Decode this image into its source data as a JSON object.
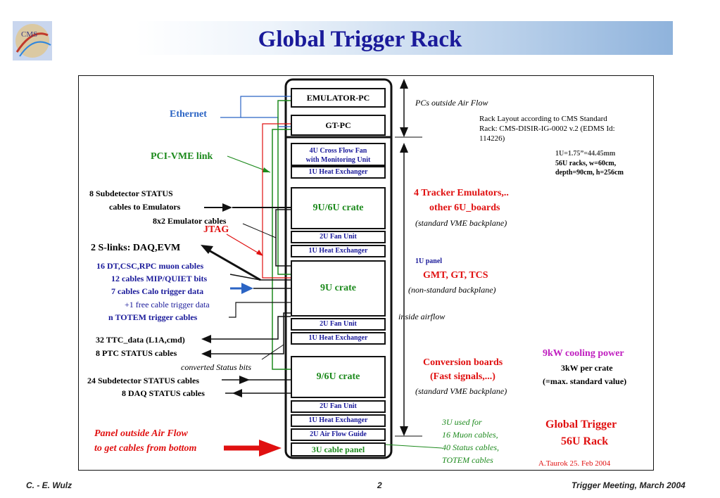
{
  "header": {
    "title": "Global Trigger Rack"
  },
  "footer": {
    "author": "C. - E. Wulz",
    "page": "2",
    "event": "Trigger Meeting, March 2004"
  },
  "rack": {
    "boxes": {
      "emulator_pc": "EMULATOR-PC",
      "gt_pc": "GT-PC",
      "fan_4u_1": "4U Cross Flow Fan",
      "fan_4u_2": "with Monitoring Unit",
      "heat_1": "1U Heat Exchanger",
      "crate_top": "9U/6U crate",
      "fan_2u_1": "2U Fan Unit",
      "heat_2": "1U Heat Exchanger",
      "crate_mid": "9U crate",
      "fan_2u_2": "2U Fan Unit",
      "heat_3": "1U Heat Exchanger",
      "crate_bot": "9/6U crate",
      "fan_2u_3": "2U Fan Unit",
      "heat_4": "1U Heat Exchanger",
      "airflow_guide": "2U Air Flow Guide",
      "cable_panel": "3U cable panel"
    }
  },
  "left": {
    "ethernet": "Ethernet",
    "pci_vme": "PCI-VME link",
    "status8_1": "8 Subdetector STATUS",
    "status8_2": "cables to Emulators",
    "emu_cables": "8x2 Emulator cables",
    "jtag": "JTAG",
    "slinks": "2 S-links: DAQ,EVM",
    "muon": "16 DT,CSC,RPC muon cables",
    "mip": "12 cables MIP/QUIET bits",
    "calo": "7 cables Calo trigger data",
    "free": "+1 free cable trigger data",
    "totem": "n TOTEM  trigger cables",
    "ttc": "32 TTC_data (L1A,cmd)",
    "ptc": "8 PTC STATUS cables",
    "converted": "converted Status bits",
    "sub24": "24 Subdetector STATUS cables",
    "daq8": "8 DAQ STATUS cables",
    "panel_1": "Panel outside Air Flow",
    "panel_2": "to get cables from bottom"
  },
  "right": {
    "pcs_outside": "PCs outside Air Flow",
    "layout_1": "Rack Layout according to CMS Standard",
    "layout_2": "Rack: CMS-DISIR-IG-0002 v.2 (EDMS Id:",
    "layout_3": "114226)",
    "unit_1": "1U=1.75”=44.45mm",
    "unit_2": "56U racks, w=60cm,",
    "unit_3": "depth=90cm, h=256cm",
    "tracker_1": "4 Tracker Emulators,..",
    "tracker_2": "other 6U_boards",
    "tracker_3": "(standard VME backplane)",
    "panel_1u": "1U panel",
    "gmt": "GMT, GT, TCS",
    "nonstd": "(non-standard backplane)",
    "inside": "inside airflow",
    "cooling": "9kW cooling power",
    "percrate": "3kW per crate",
    "maxstd": "(=max. standard value)",
    "conv_1": "Conversion boards",
    "conv_2": "(Fast signals,...)",
    "conv_3": "(standard VME backplane)",
    "used_1": "3U used for",
    "used_2": "16 Muon cables,",
    "used_3": "40 Status cables,",
    "used_4": "TOTEM cables",
    "gt_1": "Global Trigger",
    "gt_2": "56U Rack",
    "sig": "A.Taurok 25. Feb 2004"
  },
  "colors": {
    "title": "#1a1a9a",
    "green": "#1d8a1d",
    "red": "#e01010",
    "blue": "#1a1a9a",
    "ethernet": "#2b64c4"
  }
}
